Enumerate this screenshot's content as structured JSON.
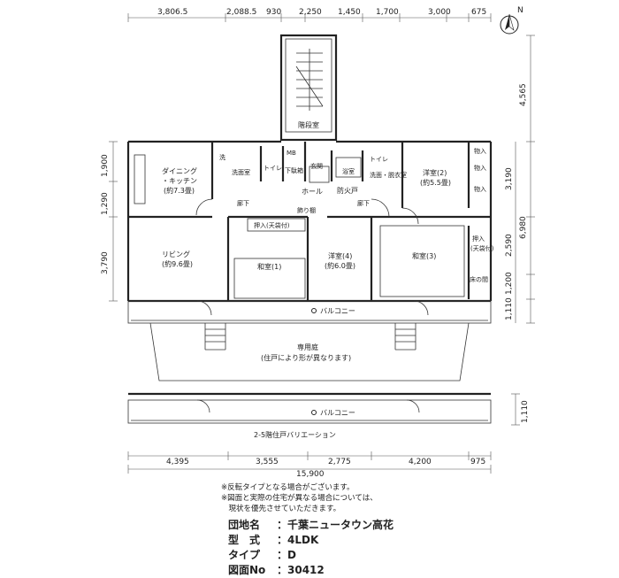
{
  "dims_top": [
    "3,806.5",
    "2,088.5",
    "930",
    "2,250",
    "1,450",
    "1,700",
    "3,000",
    "675"
  ],
  "dims_left": [
    "1,900",
    "1,290",
    "3,790"
  ],
  "dims_right_a": [
    "4,565",
    "3,190",
    "2,590",
    "1,200",
    "1,110"
  ],
  "dims_right_b": [
    "6,980"
  ],
  "dims_right_lower": [
    "1,110"
  ],
  "dims_bottom": [
    "4,395",
    "3,555",
    "2,775",
    "4,200",
    "975"
  ],
  "dims_total": "15,900",
  "north": "N",
  "rooms": {
    "stair": "階段室",
    "dk_1": "ダイニング",
    "dk_2": "・キッチン",
    "dk_3": "(約7.3畳)",
    "wash": "洗",
    "washroom": "洗面室",
    "toilet1": "トイレ",
    "mb": "MB",
    "entrance": "玄関",
    "bath": "浴室",
    "toilet2": "トイレ",
    "washroom2": "洗面・脱衣室",
    "hall": "ホール",
    "firedoor": "防火戸",
    "corridor1": "廊下",
    "corridor2": "廊下",
    "shelf": "飾り棚",
    "shoes": "下駄箱",
    "yoshitsu2": "洋室(2)",
    "yoshitsu2_size": "(約5.5畳)",
    "storage1": "物入",
    "storage2": "物入",
    "storage3": "物入",
    "oshiire1": "押入(天袋付)",
    "oshiire2_1": "押入",
    "oshiire2_2": "(天袋付)",
    "living": "リビング",
    "living_size": "(約9.6畳)",
    "washitsu1": "和室(1)",
    "yoshitsu4": "洋室(4)",
    "yoshitsu4_size": "(約6.0畳)",
    "washitsu3": "和室(3)",
    "closet": "床の間",
    "balcony": "バルコニー",
    "garden": "専用庭",
    "garden_note": "(住戸により形が異なります)",
    "balcony2": "バルコニー",
    "variation": "2-5階住戸バリエーション"
  },
  "notes": [
    "※反転タイプとなる場合がございます。",
    "※図面と実際の住宅が異なる場合については、",
    "　現状を優先させていただきます。"
  ],
  "info": [
    {
      "k": "団地名",
      "v": "：千葉ニュータウン高花"
    },
    {
      "k": "型　式",
      "v": "：4LDK"
    },
    {
      "k": "タイプ",
      "v": "：D"
    },
    {
      "k": "図面No",
      "v": "：30412"
    }
  ]
}
